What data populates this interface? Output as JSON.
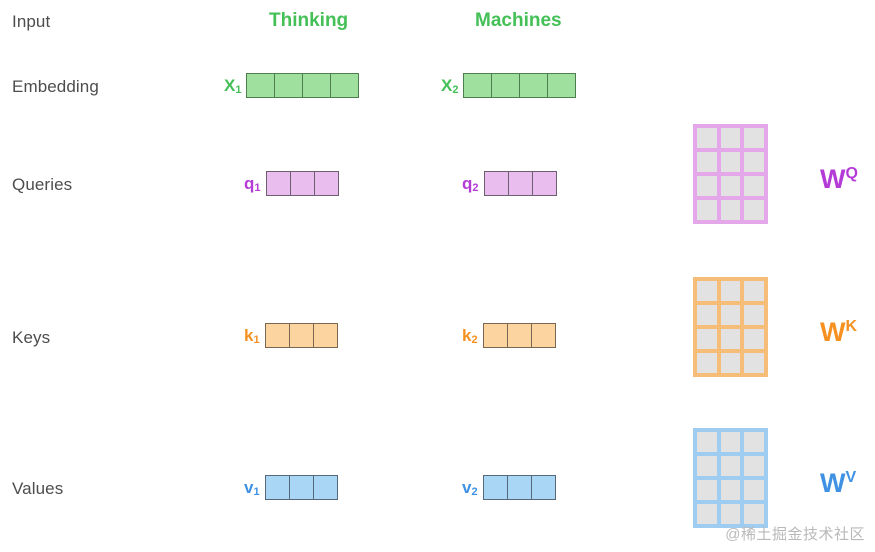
{
  "figure": {
    "title_row_labels": [
      "Input",
      "Embedding",
      "Queries",
      "Keys",
      "Values"
    ],
    "words": [
      {
        "text": "Thinking",
        "color": "#44c057"
      },
      {
        "text": "Machines",
        "color": "#44c057"
      }
    ],
    "rows": [
      {
        "name": "Input",
        "label": "Input",
        "vectors": []
      },
      {
        "name": "Embedding",
        "label": "Embedding",
        "color": "#44c057",
        "cell_fill": "#9fe09f",
        "vectors": [
          {
            "symbol": "X",
            "subscript": "1",
            "cells": 4
          },
          {
            "symbol": "X",
            "subscript": "2",
            "cells": 4
          }
        ]
      },
      {
        "name": "Queries",
        "label": "Queries",
        "color": "#b43bd6",
        "cell_fill": "#e9bdee",
        "vectors": [
          {
            "symbol": "q",
            "subscript": "1",
            "cells": 3
          },
          {
            "symbol": "q",
            "subscript": "2",
            "cells": 3
          }
        ],
        "weight": {
          "symbol": "W",
          "superscript": "Q",
          "rows": 4,
          "cols": 3,
          "color": "#b43bd6"
        }
      },
      {
        "name": "Keys",
        "label": "Keys",
        "color": "#f59120",
        "cell_fill": "#fbd4a0",
        "vectors": [
          {
            "symbol": "k",
            "subscript": "1",
            "cells": 3
          },
          {
            "symbol": "k",
            "subscript": "2",
            "cells": 3
          }
        ],
        "weight": {
          "symbol": "W",
          "superscript": "K",
          "rows": 4,
          "cols": 3,
          "color": "#f59120"
        }
      },
      {
        "name": "Values",
        "label": "Values",
        "color": "#3f92e3",
        "cell_fill": "#a9d6f5",
        "vectors": [
          {
            "symbol": "v",
            "subscript": "1",
            "cells": 3
          },
          {
            "symbol": "v",
            "subscript": "2",
            "cells": 3
          }
        ],
        "weight": {
          "symbol": "W",
          "superscript": "V",
          "rows": 4,
          "cols": 3,
          "color": "#3f92e3"
        }
      }
    ],
    "watermark": "@稀土掘金技术社区"
  }
}
